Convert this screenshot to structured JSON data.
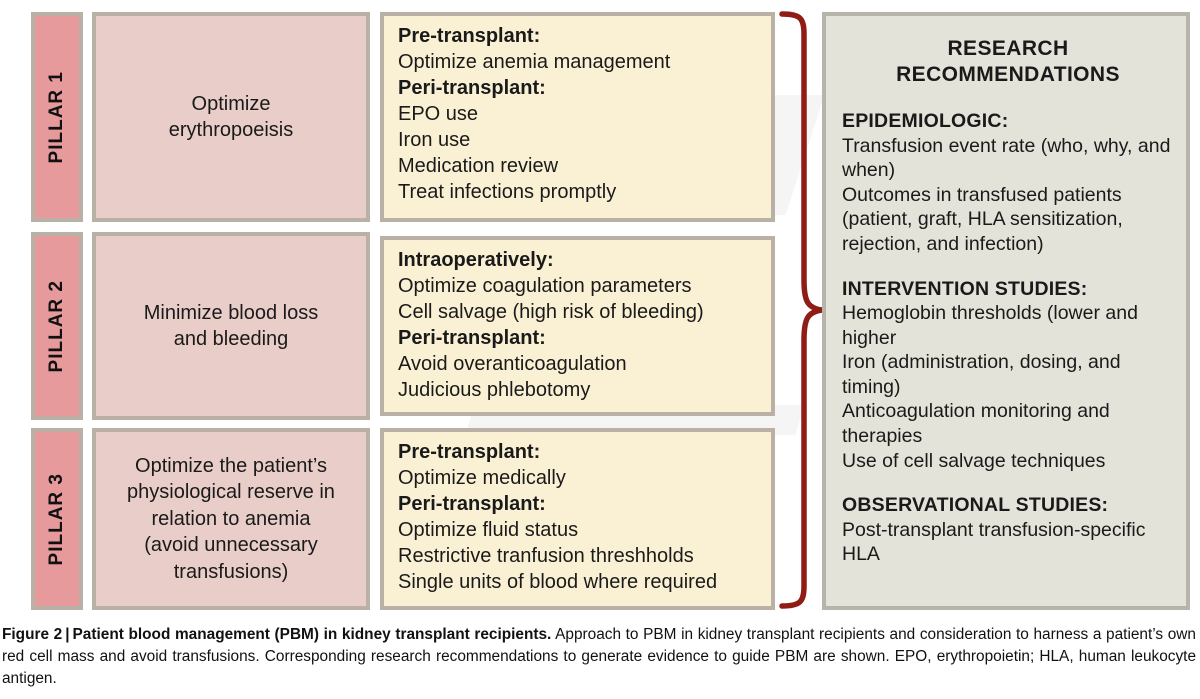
{
  "figure": {
    "pillars": [
      {
        "tab_label": "PILLAR 1",
        "description": "Optimize\nerythropoeisis",
        "groups": [
          {
            "heading": "Pre-transplant:",
            "items": [
              "Optimize anemia management"
            ]
          },
          {
            "heading": "Peri-transplant:",
            "items": [
              "EPO use",
              "Iron use",
              "Medication review",
              "Treat infections promptly"
            ]
          }
        ]
      },
      {
        "tab_label": "PILLAR 2",
        "description": "Minimize blood loss\nand bleeding",
        "groups": [
          {
            "heading": "Intraoperatively:",
            "items": [
              "Optimize coagulation parameters",
              "Cell salvage (high risk of bleeding)"
            ]
          },
          {
            "heading": "Peri-transplant:",
            "items": [
              "Avoid overanticoagulation",
              "Judicious phlebotomy"
            ]
          }
        ]
      },
      {
        "tab_label": "PILLAR 3",
        "description": "Optimize the patient’s\nphysiological reserve in\nrelation to anemia\n(avoid unnecessary\ntransfusions)",
        "groups": [
          {
            "heading": "Pre-transplant:",
            "items": [
              "Optimize medically"
            ]
          },
          {
            "heading": "Peri-transplant:",
            "items": [
              "Optimize fluid status",
              "Restrictive tranfusion threshholds",
              "Single units of blood where required"
            ]
          }
        ]
      }
    ],
    "recommendations": {
      "title": "RESEARCH\nRECOMMENDATIONS",
      "groups": [
        {
          "heading": "EPIDEMIOLOGIC:",
          "items": [
            "Transfusion event rate (who, why, and when)",
            "Outcomes in transfused patients (patient, graft, HLA sensitization, rejection, and infection)"
          ]
        },
        {
          "heading": "INTERVENTION STUDIES:",
          "items": [
            "Hemoglobin thresholds (lower and higher",
            "Iron (administration, dosing, and timing)",
            "Anticoagulation monitoring and therapies",
            "Use of cell salvage techniques"
          ]
        },
        {
          "heading": "OBSERVATIONAL STUDIES:",
          "items": [
            "Post-transplant transfusion-specific HLA"
          ]
        }
      ]
    },
    "caption": {
      "label": "Figure 2",
      "separator": "|",
      "title": "Patient blood management (PBM) in kidney transplant recipients.",
      "body": "Approach to PBM in kidney transplant recipients and consideration to harness a patient’s own red cell mass and avoid transfusions. Corresponding research recommendations to generate evidence to guide PBM are shown. EPO, erythropoietin; HLA, human leukocyte antigen."
    },
    "colors": {
      "pillar_tab": "#e69a9c",
      "pillar_desc": "#e9cdc8",
      "action_box": "#faf1d5",
      "rec_panel": "#e4e3d9",
      "box_border": "#b9b0a6",
      "brace": "#8f1d16"
    }
  }
}
